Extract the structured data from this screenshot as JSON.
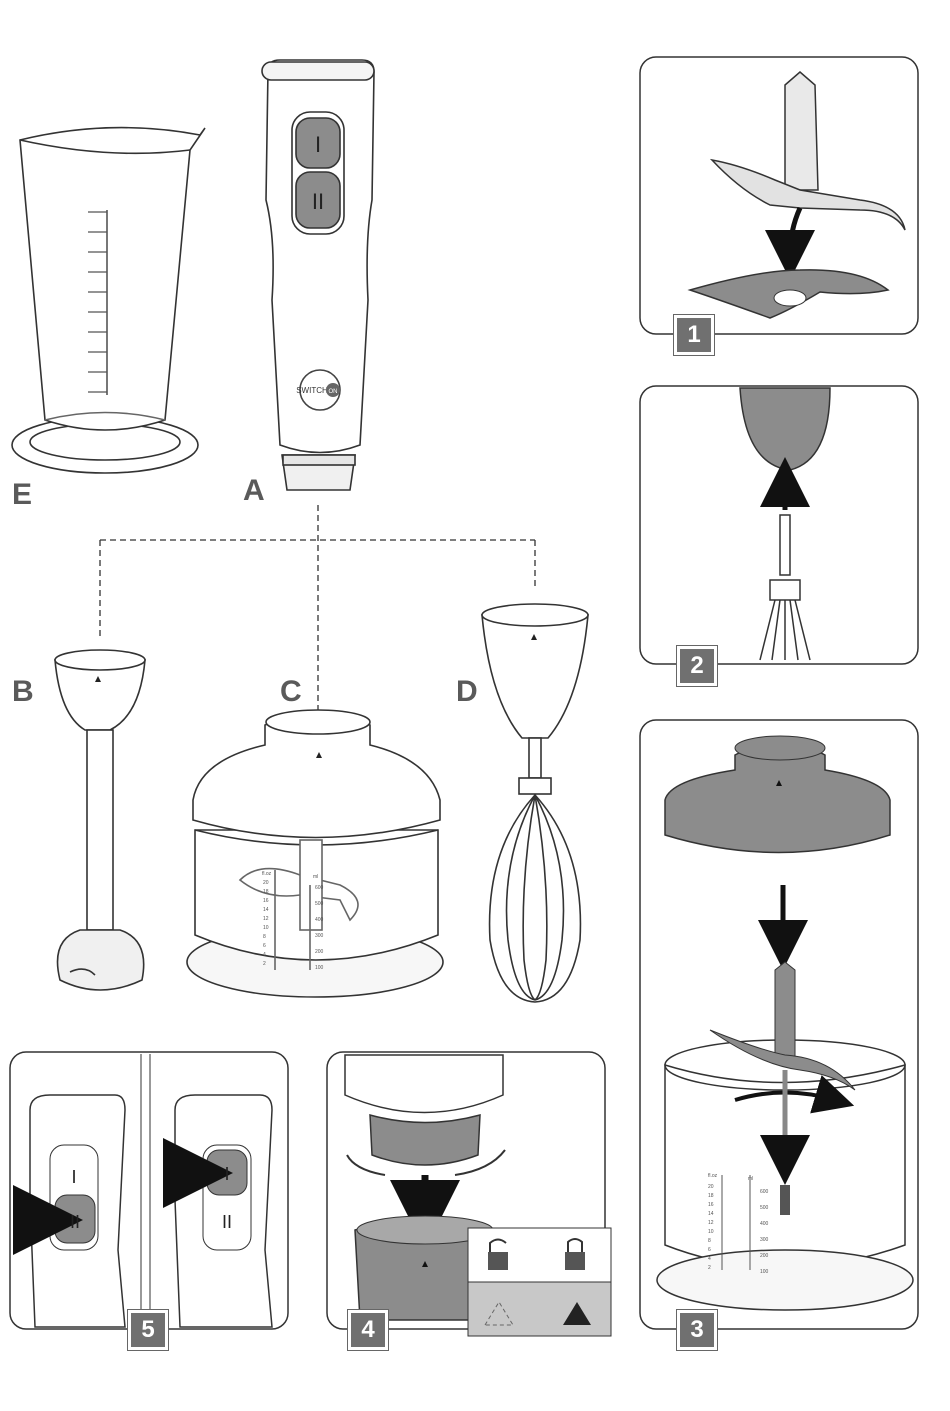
{
  "parts": {
    "a": "A",
    "b": "B",
    "c": "C",
    "d": "D",
    "e": "E"
  },
  "handle": {
    "switch_1": "I",
    "switch_2": "II",
    "logo_text": "SWITCH",
    "logo_on": "ON"
  },
  "steps": {
    "s1": "1",
    "s2": "2",
    "s3": "3",
    "s4": "4",
    "s5": "5"
  },
  "chopper": {
    "scale_left_unit": "fl.oz",
    "scale_right_unit": "ml",
    "scale_right": [
      "600",
      "500",
      "400",
      "300",
      "200",
      "100"
    ],
    "scale_left": [
      "20",
      "18",
      "16",
      "14",
      "12",
      "10",
      "8",
      "6",
      "4",
      "2"
    ]
  },
  "colors": {
    "line": "#333333",
    "grey_fill": "#8c8c8c",
    "light_fill": "#c8c8c8",
    "step_badge": "#707070"
  },
  "icons": [
    "arrow-icon",
    "rotate-arrow-icon",
    "unlock-icon",
    "lock-icon",
    "triangle-marker-icon"
  ]
}
